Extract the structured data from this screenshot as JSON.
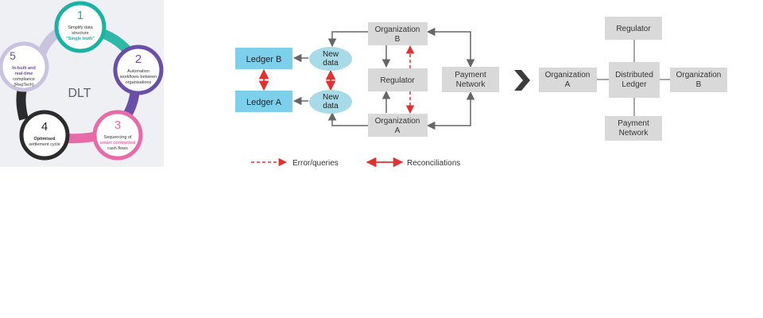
{
  "dlt_wheel": {
    "center_label": "DLT",
    "steps": [
      {
        "number": "1",
        "lines": [
          "Simplify data",
          "structure",
          "\"Single truth\""
        ],
        "color": "#19b3a6"
      },
      {
        "number": "2",
        "lines": [
          "Automation",
          "workflows between",
          "organisations"
        ],
        "color": "#6a4fa8"
      },
      {
        "number": "3",
        "lines": [
          "Sequencing of",
          "smart contracted",
          "cash flows"
        ],
        "color": "#e86aa8"
      },
      {
        "number": "4",
        "lines": [
          "Optimised",
          "settlement cycle"
        ],
        "color": "#2b2b2b"
      },
      {
        "number": "5",
        "lines": [
          "In-built and",
          "real-time",
          "compliance",
          "(RegTech)"
        ],
        "color": "#8a7dbd"
      }
    ]
  },
  "before": {
    "ledger_b": "Ledger B",
    "ledger_a": "Ledger A",
    "new_data_top": [
      "New",
      "data"
    ],
    "new_data_bottom": [
      "New",
      "data"
    ],
    "org_b": [
      "Organization",
      "B"
    ],
    "org_a": [
      "Organization",
      "A"
    ],
    "regulator": "Regulator",
    "payment_network": [
      "Payment",
      "Network"
    ],
    "colors": {
      "ledger_fill": "#7dd0ec",
      "ellipse_fill": "#a8dbe8",
      "box_fill": "#d9d9d9",
      "red": "#e53030",
      "arrow": "#666666"
    }
  },
  "legend": {
    "errors_label": "Error/queries",
    "reconciliations_label": "Reconciliations"
  },
  "chevron": "arrow-right",
  "after": {
    "regulator": "Regulator",
    "org_a": [
      "Organization",
      "A"
    ],
    "distributed_ledger": [
      "Distributed",
      "Ledger"
    ],
    "org_b": [
      "Organization",
      "B"
    ],
    "payment_network": [
      "Payment",
      "Network"
    ]
  }
}
